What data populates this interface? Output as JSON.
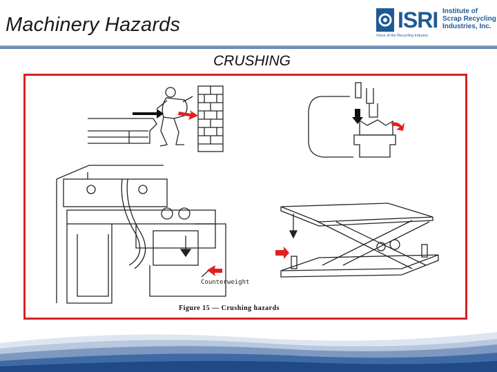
{
  "title": "Machinery Hazards",
  "subtitle": "CRUSHING",
  "logo": {
    "name": "ISRI",
    "lines": [
      "Institute of",
      "Scrap Recycling",
      "Industries, Inc."
    ],
    "tagline": "Voice of the Recycling Industry"
  },
  "figure": {
    "caption": "Figure 15 — Crushing hazards",
    "counterweight_label": "Counterweight",
    "hazard_arrow_color": "#e02020",
    "frame_color": "#d62020"
  },
  "colors": {
    "accent_blue": "#1f5a96",
    "rule_blue": "#6f8fb9"
  }
}
